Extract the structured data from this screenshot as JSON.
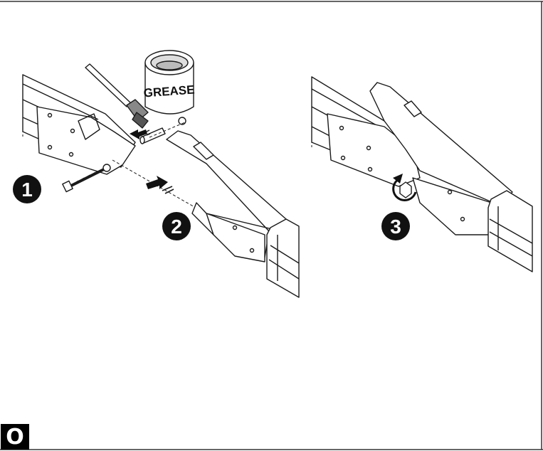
{
  "figure": {
    "section_letter": "O",
    "can_label": "GREASE",
    "steps": [
      {
        "number": "1"
      },
      {
        "number": "2"
      },
      {
        "number": "3"
      }
    ],
    "colors": {
      "ink": "#1a1a1a",
      "badge": "#111111",
      "paper": "#ffffff"
    }
  }
}
